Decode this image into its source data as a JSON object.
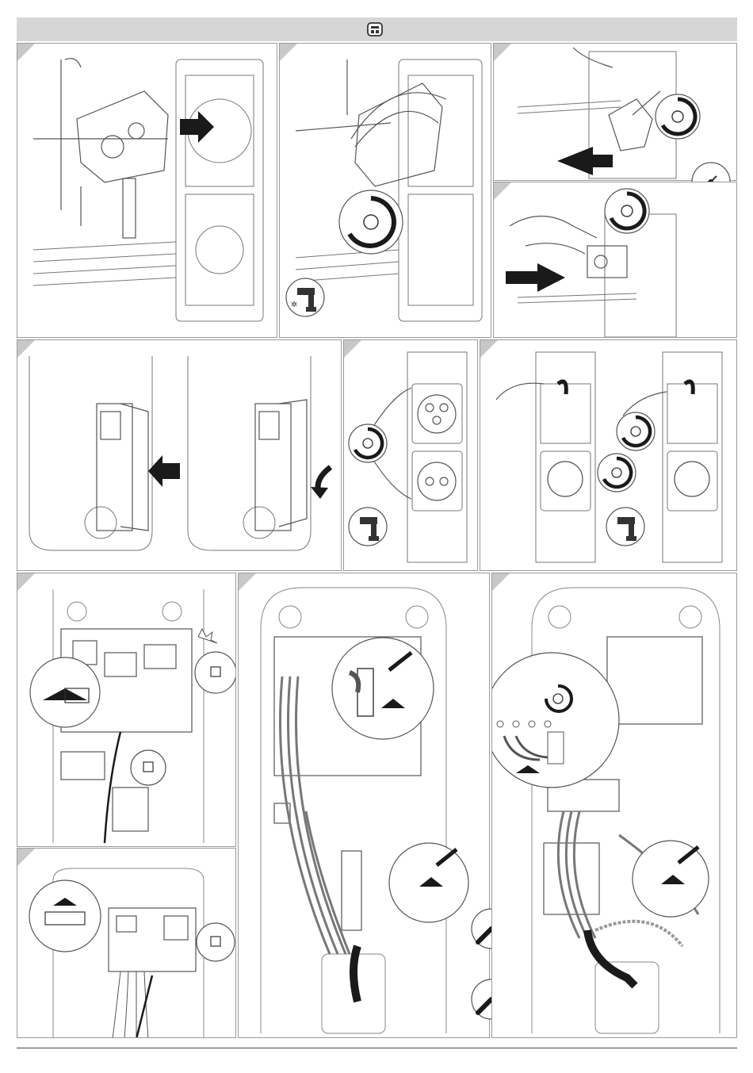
{
  "header": {
    "icon": "charger-station-icon",
    "bar_color": "#d6d6d6"
  },
  "steps": [
    {
      "id": "step-1",
      "icons": [
        "arrow-right-icon"
      ]
    },
    {
      "id": "step-2",
      "icons": [
        "rotate-screw-icon",
        "cordless-drill-icon"
      ]
    },
    {
      "id": "step-3",
      "icons": [
        "rotate-screw-icon",
        "arrow-left-icon",
        "phillips-screwdriver-icon"
      ]
    },
    {
      "id": "step-4",
      "icons": [
        "rotate-screw-icon",
        "arrow-right-icon"
      ]
    },
    {
      "id": "step-5",
      "icons": [
        "arrow-left-icon",
        "swing-arrow-icon"
      ]
    },
    {
      "id": "step-6",
      "icons": [
        "rotate-screw-icon",
        "cordless-drill-icon"
      ]
    },
    {
      "id": "step-7",
      "icons": [
        "rotate-screw-icon",
        "cordless-drill-icon"
      ]
    },
    {
      "id": "step-8",
      "icons": [
        "arrow-up-icon",
        "disconnect-spark-icon"
      ]
    },
    {
      "id": "step-9",
      "icons": [
        "arrow-up-icon",
        "disconnect-spark-icon"
      ]
    },
    {
      "id": "step-10",
      "icons": [
        "arrow-up-icon",
        "flat-screwdriver-icon",
        "phillips-screwdriver-icon"
      ]
    },
    {
      "id": "step-11",
      "icons": [
        "rotate-screw-icon",
        "arrow-up-icon"
      ]
    }
  ],
  "colors": {
    "line": "#555555",
    "fill_dark": "#1a1a1a",
    "panel_border": "#9a9a9a",
    "step_tab": "#c8c8c8"
  }
}
